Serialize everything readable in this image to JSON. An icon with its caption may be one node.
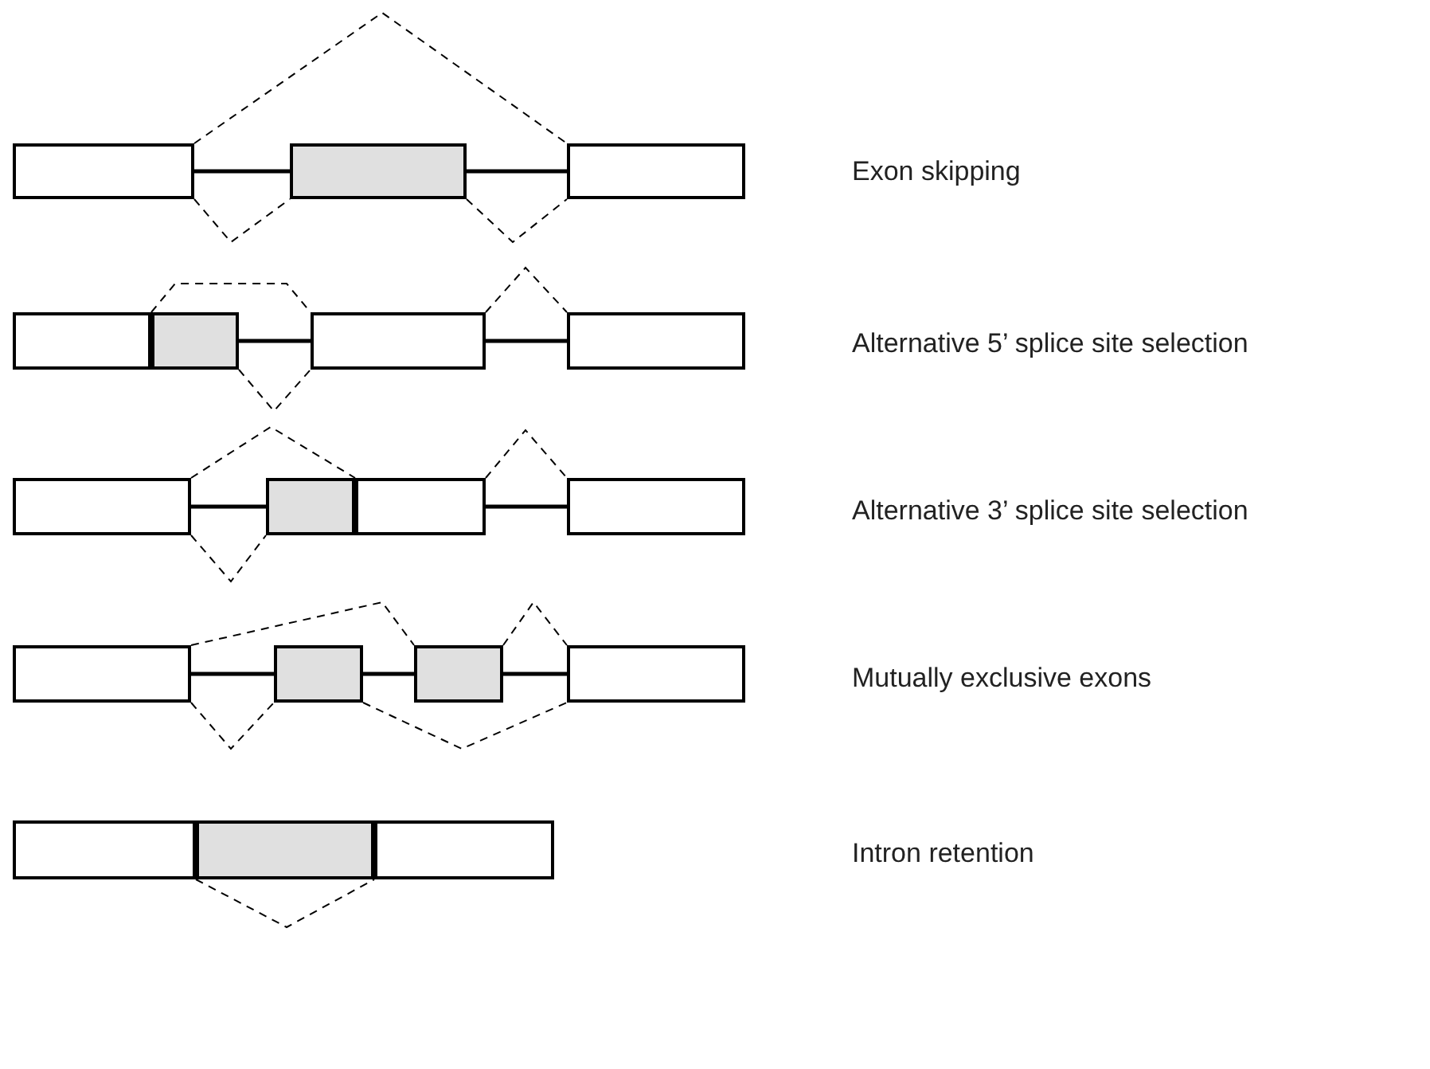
{
  "diagram": {
    "nodes": [
      {
        "text": [],
        "shape": "box"
      },
      {
        "text": [],
        "shape": "box"
      },
      {
        "text": [],
        "shape": "box"
      },
      {
        "text": [],
        "shape": "box"
      },
      {
        "text": [],
        "shape": "box"
      },
      {
        "text": [],
        "shape": "box"
      },
      {
        "text": [],
        "shape": "box"
      },
      {
        "text": [],
        "shape": "box"
      },
      {
        "text": [],
        "shape": "box"
      },
      {
        "text": [],
        "shape": "box"
      },
      {
        "text": [],
        "shape": "box"
      },
      {
        "text": [],
        "shape": "box"
      },
      {
        "text": [],
        "shape": "box"
      },
      {
        "text": [],
        "shape": "box"
      },
      {
        "text": [],
        "shape": "box"
      },
      {
        "text": [],
        "shape": "box"
      },
      {
        "text": [],
        "shape": "box"
      },
      {
        "text": [],
        "shape": "box"
      }
    ],
    "edges": [
      {
        "from": 0,
        "to": 1,
        "arrow": "none",
        "style": "thick"
      },
      {
        "from": 1,
        "to": 2,
        "arrow": "none",
        "style": "thick"
      },
      {
        "from": 0,
        "to": 2,
        "arrow": "none",
        "style": "dashed"
      },
      {
        "from": 0,
        "to": 1,
        "arrow": "none",
        "style": "dashed"
      },
      {
        "from": 1,
        "to": 2,
        "arrow": "none",
        "style": "dashed"
      },
      {
        "from": 4,
        "to": 5,
        "arrow": "none",
        "style": "thick"
      },
      {
        "from": 5,
        "to": 6,
        "arrow": "none",
        "style": "thick"
      },
      {
        "from": 3,
        "to": 5,
        "arrow": "none",
        "style": "dashed"
      },
      {
        "from": 4,
        "to": 5,
        "arrow": "none",
        "style": "dashed"
      },
      {
        "from": 5,
        "to": 6,
        "arrow": "none",
        "style": "dashed"
      },
      {
        "from": 7,
        "to": 8,
        "arrow": "none",
        "style": "thick"
      },
      {
        "from": 9,
        "to": 10,
        "arrow": "none",
        "style": "thick"
      },
      {
        "from": 7,
        "to": 9,
        "arrow": "none",
        "style": "dashed"
      },
      {
        "from": 7,
        "to": 8,
        "arrow": "none",
        "style": "dashed"
      },
      {
        "from": 9,
        "to": 10,
        "arrow": "none",
        "style": "dashed"
      },
      {
        "from": 11,
        "to": 12,
        "arrow": "none",
        "style": "thick"
      },
      {
        "from": 12,
        "to": 13,
        "arrow": "none",
        "style": "thick"
      },
      {
        "from": 13,
        "to": 14,
        "arrow": "none",
        "style": "thick"
      },
      {
        "from": 11,
        "to": 13,
        "arrow": "none",
        "style": "dashed"
      },
      {
        "from": 13,
        "to": 14,
        "arrow": "none",
        "style": "dashed"
      },
      {
        "from": 11,
        "to": 12,
        "arrow": "none",
        "style": "dashed"
      },
      {
        "from": 12,
        "to": 14,
        "arrow": "none",
        "style": "dashed"
      },
      {
        "from": 15,
        "to": 17,
        "arrow": "none",
        "style": "dashed"
      }
    ],
    "labels": [
      "Exon skipping",
      "Alternative 5’ splice site selection",
      "Alternative 3’ splice site selection",
      "Mutually exclusive exons",
      "Intron retention"
    ]
  }
}
